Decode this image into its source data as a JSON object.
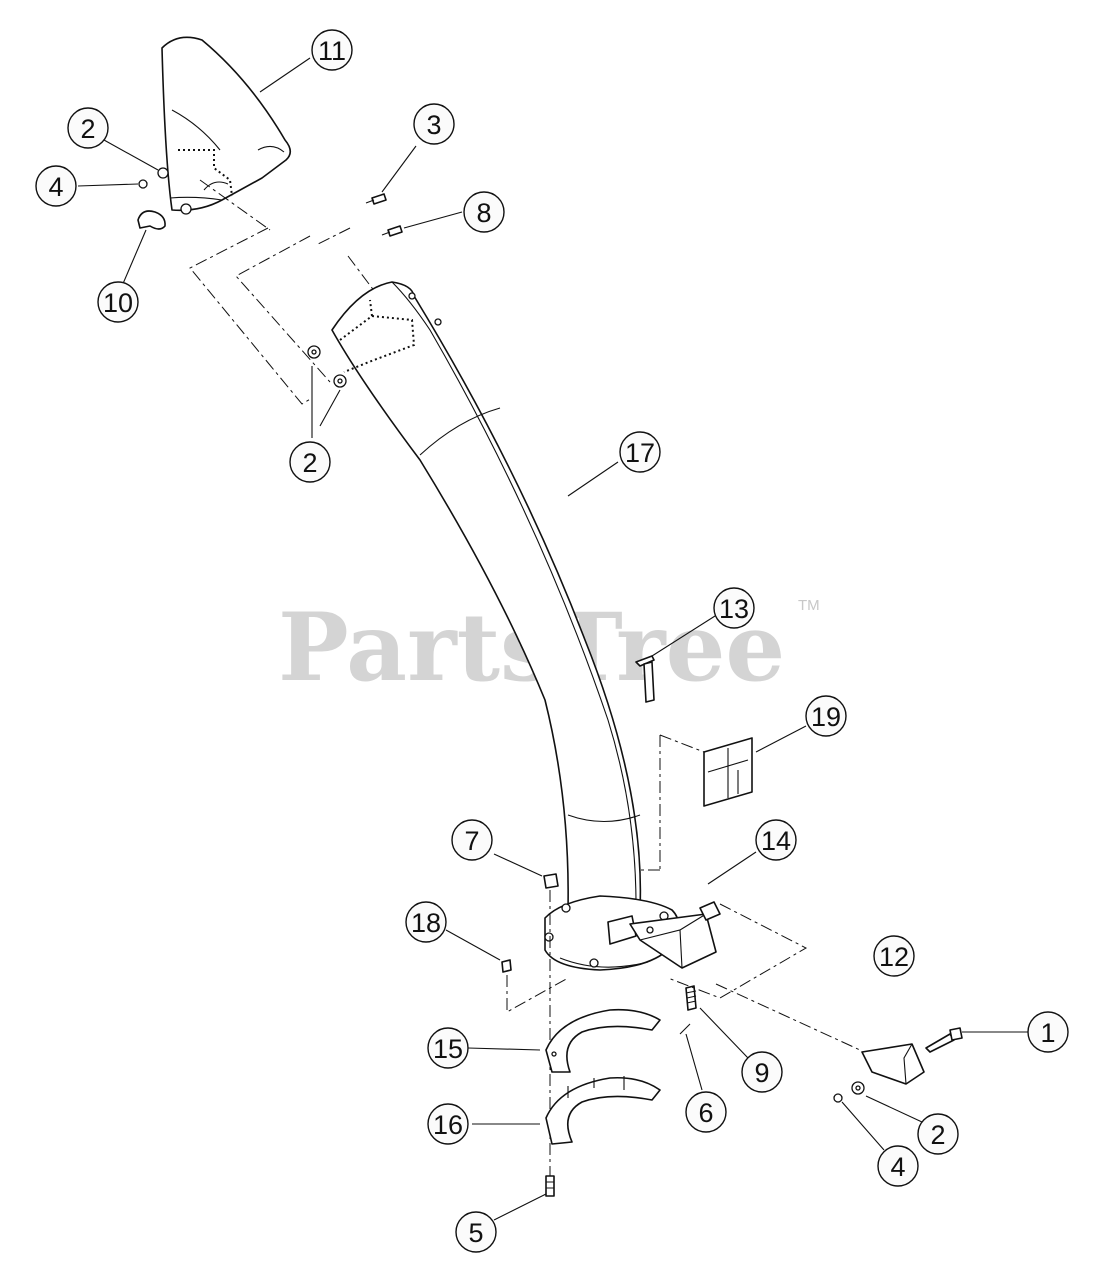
{
  "watermark": {
    "text": "PartsTree",
    "tm": "TM"
  },
  "callouts": [
    {
      "id": "c11",
      "label": "11"
    },
    {
      "id": "c2a",
      "label": "2"
    },
    {
      "id": "c4a",
      "label": "4"
    },
    {
      "id": "c10",
      "label": "10"
    },
    {
      "id": "c3",
      "label": "3"
    },
    {
      "id": "c8",
      "label": "8"
    },
    {
      "id": "c2b",
      "label": "2"
    },
    {
      "id": "c17",
      "label": "17"
    },
    {
      "id": "c13",
      "label": "13"
    },
    {
      "id": "c19",
      "label": "19"
    },
    {
      "id": "c7",
      "label": "7"
    },
    {
      "id": "c14",
      "label": "14"
    },
    {
      "id": "c18",
      "label": "18"
    },
    {
      "id": "c12",
      "label": "12"
    },
    {
      "id": "c1",
      "label": "1"
    },
    {
      "id": "c15",
      "label": "15"
    },
    {
      "id": "c9",
      "label": "9"
    },
    {
      "id": "c6",
      "label": "6"
    },
    {
      "id": "c2c",
      "label": "2"
    },
    {
      "id": "c16",
      "label": "16"
    },
    {
      "id": "c4b",
      "label": "4"
    },
    {
      "id": "c5",
      "label": "5"
    }
  ]
}
